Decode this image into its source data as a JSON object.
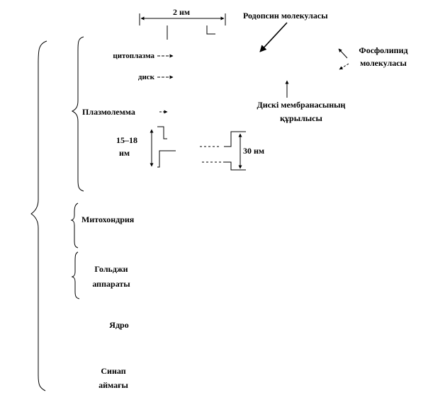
{
  "labels": {
    "scale_2nm": "2 нм",
    "rhodopsin": "Родопсин молекуласы",
    "phospholipid_line1": "Фосфолипид",
    "phospholipid_line2": "молекуласы",
    "cytoplasm": "цитоплазма",
    "disk": "диск",
    "plasmalemma": "Плазмолемма",
    "thickness_15_18_line1": "15–18",
    "thickness_15_18_line2": "нм",
    "thickness_30nm": "30 нм",
    "disk_membrane_line1": "Дискі мембранасының",
    "disk_membrane_line2": "құрылысы",
    "mitochondria": "Митохондрия",
    "golgi_line1": "Гольджи",
    "golgi_line2": "аппараты",
    "nucleus": "Ядро",
    "synaptic_line1": "Синап",
    "synaptic_line2": "аймағы"
  },
  "colors": {
    "ink": "#000000",
    "background": "#ffffff"
  }
}
